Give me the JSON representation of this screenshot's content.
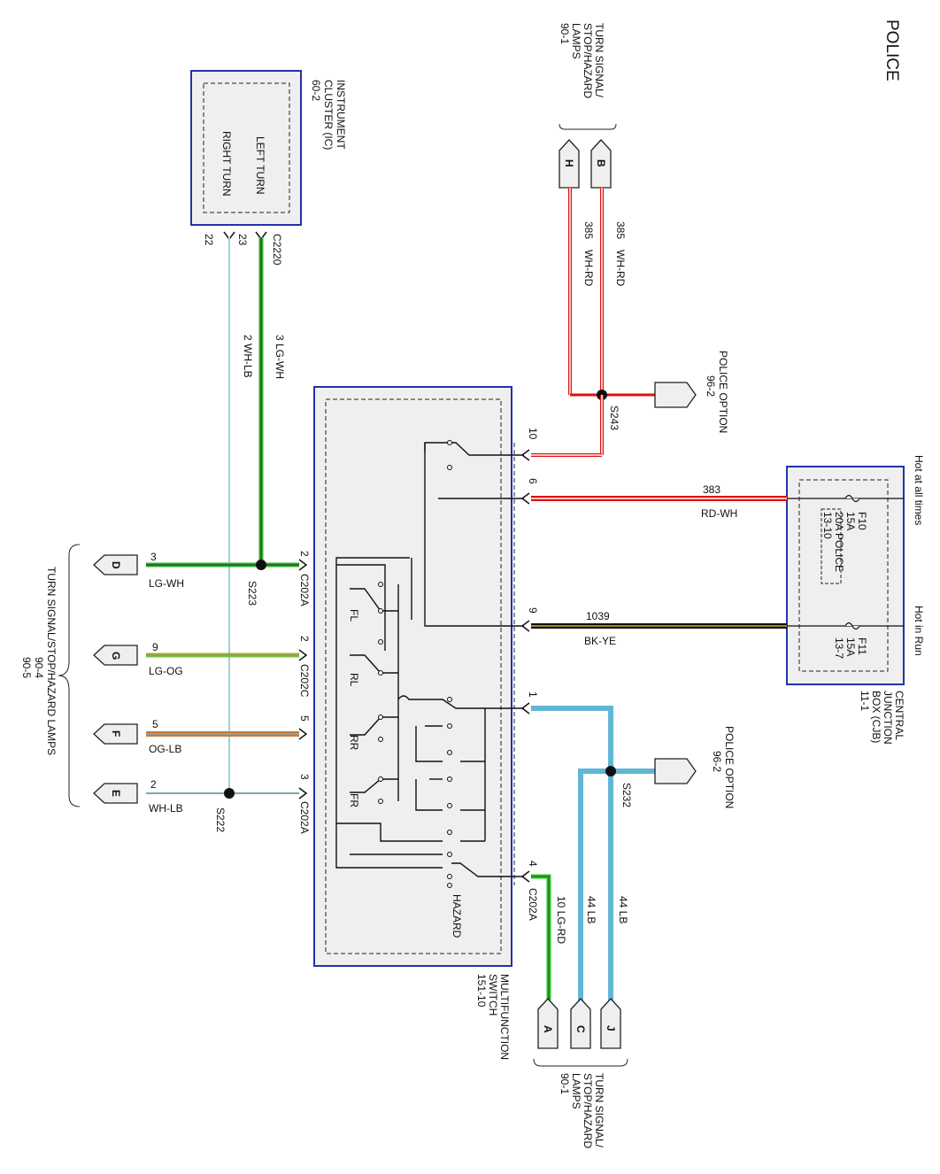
{
  "page": {
    "header": "POLICE"
  },
  "components": {
    "instrument_cluster": {
      "lines": [
        "INSTRUMENT",
        "CLUSTER (IC)",
        "60-2"
      ],
      "left_turn": "LEFT TURN",
      "right_turn": "RIGHT TURN",
      "connector": "C2220",
      "pin_left": "23",
      "pin_right": "22"
    },
    "central_junction_box": {
      "lines": [
        "CENTRAL",
        "JUNCTION",
        "BOX (CJB)",
        "11-1"
      ],
      "hot_at_all_times": "Hot at all times",
      "hot_in_run": "Hot in Run",
      "fuse_f10": [
        "F10",
        "15A",
        "13-10"
      ],
      "fuse_f10_police": "20A POLICE",
      "fuse_f11": [
        "F11",
        "15A",
        "13-7"
      ]
    },
    "multifunction_switch": {
      "lines": [
        "MULTIFUNCTION",
        "SWITCH",
        "151-10"
      ],
      "hazard": "HAZARD",
      "contacts": [
        "FL",
        "RL",
        "RR",
        "FR"
      ]
    }
  },
  "references": {
    "turn_signal_top": [
      "TURN SIGNAL/",
      "STOP/HAZARD",
      "LAMPS",
      "90-1"
    ],
    "turn_signal_left": [
      "TURN SIGNAL/STOP/HAZARD LAMPS",
      "90-4",
      "90-5"
    ],
    "turn_signal_bottom": [
      "TURN SIGNAL/",
      "STOP/HAZARD",
      "LAMPS",
      "90-1"
    ],
    "police_option_1": [
      "POLICE OPTION",
      "96-2"
    ],
    "police_option_2": [
      "POLICE OPTION",
      "96-2"
    ]
  },
  "connectors": {
    "B": "B",
    "H": "H",
    "D": "D",
    "G": "G",
    "F": "F",
    "E": "E",
    "J": "J",
    "C": "C",
    "A": "A"
  },
  "wires": {
    "w385_b": {
      "circuit": "385",
      "color": "WH-RD"
    },
    "w385_h": {
      "circuit": "385",
      "color": "WH-RD"
    },
    "w383": {
      "circuit": "383",
      "color": "RD-WH"
    },
    "w1039": {
      "circuit": "1039",
      "color": "BK-YE"
    },
    "w3_lgwh_ic": {
      "label": "3 LG-WH"
    },
    "w2_whlb_ic": {
      "label": "2 WH-LB"
    },
    "wD": {
      "circuit": "3",
      "color": "LG-WH"
    },
    "wG": {
      "circuit": "9",
      "color": "LG-OG"
    },
    "wF": {
      "circuit": "5",
      "color": "OG-LB"
    },
    "wE": {
      "circuit": "2",
      "color": "WH-LB"
    },
    "w44_j": {
      "label": "44 LB"
    },
    "w44_c": {
      "label": "44 LB"
    },
    "w10_a": {
      "label": "10 LG-RD"
    }
  },
  "splices": {
    "s243": "S243",
    "s223": "S223",
    "s222": "S222",
    "s232": "S232"
  },
  "switch_pins": {
    "p10": "10",
    "p6": "6",
    "p9": "9",
    "p1": "1",
    "p4": "4",
    "pD": "2",
    "pG": "2",
    "pF": "5",
    "pE": "3",
    "cD": "C202A",
    "cG": "C202C",
    "cE": "C202A",
    "c4": "C202A"
  },
  "colors": {
    "box_border": "#2233aa",
    "box_fill": "#efefef",
    "red": "#dd1111",
    "black": "#111111",
    "green": "#2db52d",
    "light_green": "#78c040",
    "light_blue": "#5fb7d4",
    "orange": "#c77a34",
    "brown": "#7a4a24"
  }
}
